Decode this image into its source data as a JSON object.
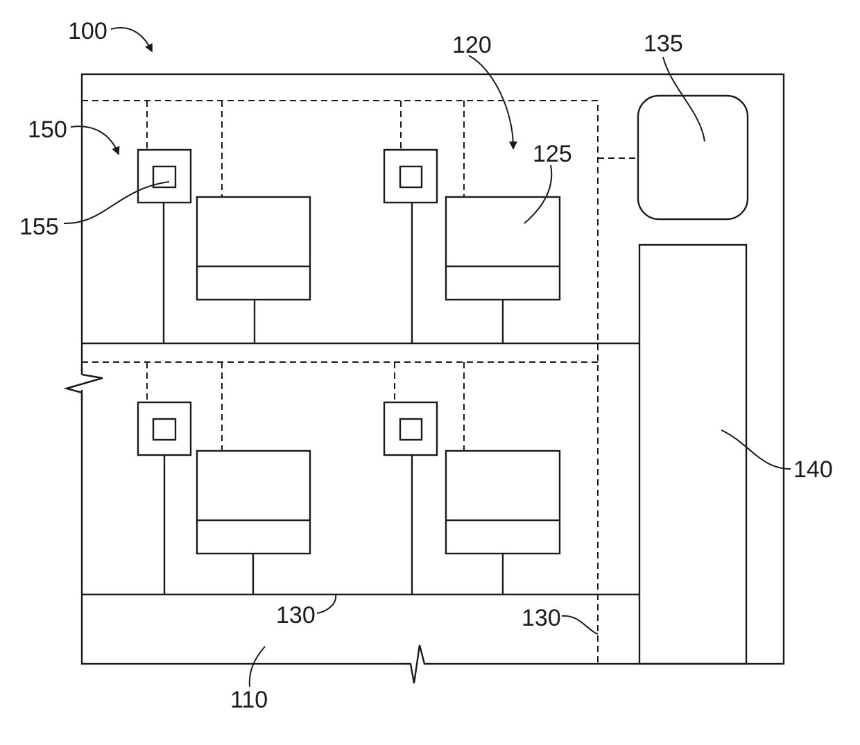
{
  "labels": {
    "l100": "100",
    "l120": "120",
    "l135": "135",
    "l150": "150",
    "l125": "125",
    "l155": "155",
    "l140": "140",
    "l130a": "130",
    "l130b": "130",
    "l110": "110"
  }
}
